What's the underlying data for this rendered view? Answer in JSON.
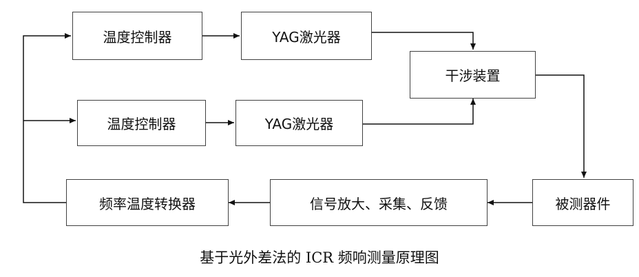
{
  "diagram": {
    "caption": "基于光外差法的 ICR 频响测量原理图",
    "boxes": {
      "temp_controller_1": "温度控制器",
      "yag_laser_1": "YAG激光器",
      "interference_device": "干涉装置",
      "temp_controller_2": "温度控制器",
      "yag_laser_2": "YAG激光器",
      "freq_temp_converter": "频率温度转换器",
      "signal_processing": "信号放大、采集、反馈",
      "device_under_test": "被测器件"
    }
  }
}
